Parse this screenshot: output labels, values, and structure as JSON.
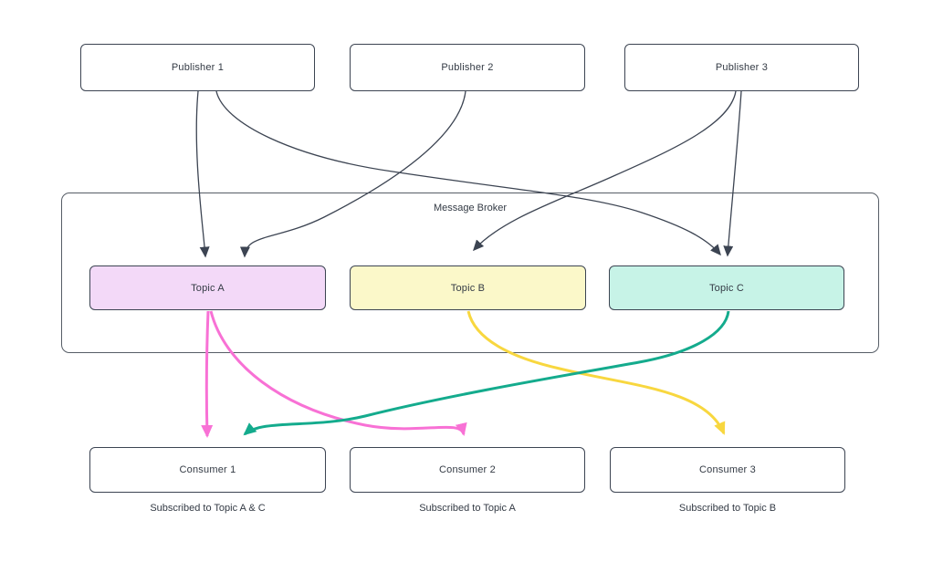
{
  "diagram": {
    "publishers": [
      {
        "label": "Publisher 1"
      },
      {
        "label": "Publisher 2"
      },
      {
        "label": "Publisher 3"
      }
    ],
    "broker": {
      "label": "Message Broker"
    },
    "topics": [
      {
        "label": "Topic A",
        "fill": "#f3d9f8"
      },
      {
        "label": "Topic B",
        "fill": "#fbf8c9"
      },
      {
        "label": "Topic C",
        "fill": "#c7f3e7"
      }
    ],
    "consumers": [
      {
        "label": "Consumer 1",
        "caption": "Subscribed to Topic A & C"
      },
      {
        "label": "Consumer 2",
        "caption": "Subscribed to Topic A"
      },
      {
        "label": "Consumer 3",
        "caption": "Subscribed to Topic B"
      }
    ],
    "edges": [
      {
        "from": "Publisher 1",
        "to": "Topic A",
        "color": "#3c4452"
      },
      {
        "from": "Publisher 1",
        "to": "Topic C",
        "color": "#3c4452"
      },
      {
        "from": "Publisher 2",
        "to": "Topic A",
        "color": "#3c4452"
      },
      {
        "from": "Publisher 3",
        "to": "Topic B",
        "color": "#3c4452"
      },
      {
        "from": "Publisher 3",
        "to": "Topic C",
        "color": "#3c4452"
      },
      {
        "from": "Topic A",
        "to": "Consumer 1",
        "color": "#f871d5"
      },
      {
        "from": "Topic A",
        "to": "Consumer 2",
        "color": "#f871d5"
      },
      {
        "from": "Topic B",
        "to": "Consumer 3",
        "color": "#f8d73f"
      },
      {
        "from": "Topic C",
        "to": "Consumer 1",
        "color": "#14ab8d"
      }
    ],
    "colors": {
      "connector": "#3c4452",
      "pink": "#f871d5",
      "yellow": "#f8d73f",
      "teal": "#14ab8d"
    }
  }
}
